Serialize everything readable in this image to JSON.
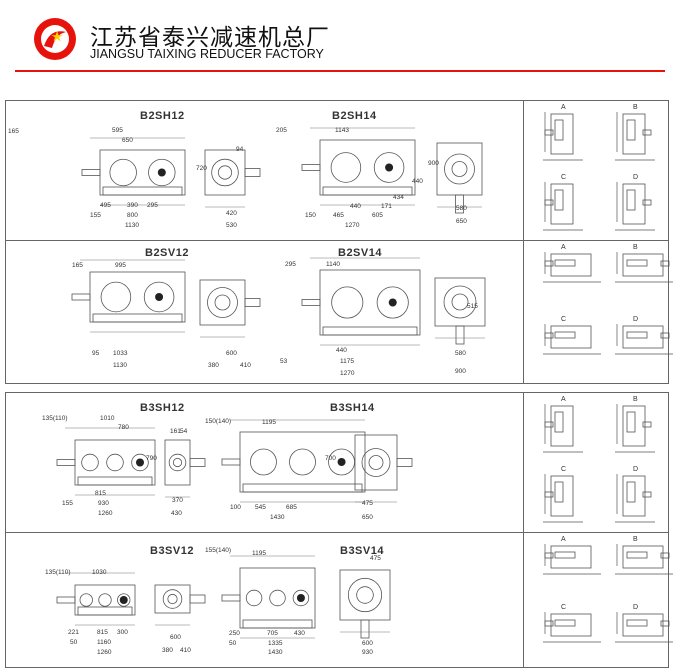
{
  "header": {
    "title_cn": "江苏省泰兴减速机总厂",
    "title_en": "JIANGSU TAIXING REDUCER FACTORY",
    "logo_colors": {
      "red": "#e8120c",
      "star": "#ffd200"
    }
  },
  "panels": [
    {
      "title": "B2SH12",
      "dims": [
        "165",
        "595",
        "650",
        "495",
        "390",
        "295",
        "155",
        "800",
        "1130",
        "94",
        "420",
        "530",
        "720"
      ]
    },
    {
      "title": "B2SH14",
      "dims": [
        "205",
        "1143",
        "900",
        "440",
        "434",
        "171",
        "440",
        "150",
        "465",
        "605",
        "1270",
        "580",
        "650"
      ]
    },
    {
      "title": "B2SV12",
      "dims": [
        "165",
        "995",
        "95",
        "1033",
        "1130",
        "600",
        "380",
        "410"
      ]
    },
    {
      "title": "B2SV14",
      "dims": [
        "295",
        "1140",
        "53",
        "440",
        "1175",
        "1270",
        "515",
        "580",
        "900"
      ]
    },
    {
      "title": "B3SH12",
      "dims": [
        "135(110)",
        "1010",
        "780",
        "815",
        "155",
        "930",
        "1260",
        "161",
        "54",
        "370",
        "430",
        "790"
      ]
    },
    {
      "title": "B3SH14",
      "dims": [
        "150(140)",
        "1195",
        "100",
        "545",
        "685",
        "1430",
        "700",
        "475",
        "650"
      ]
    },
    {
      "title": "B3SV12",
      "dims": [
        "135(110)",
        "1030",
        "221",
        "815",
        "300",
        "50",
        "1160",
        "1260",
        "600",
        "380",
        "410"
      ]
    },
    {
      "title": "B3SV14",
      "dims": [
        "155(140)",
        "1195",
        "475",
        "250",
        "705",
        "430",
        "50",
        "1335",
        "1430",
        "600",
        "930"
      ]
    }
  ],
  "mounting": {
    "labels": [
      "A",
      "B",
      "C",
      "D"
    ]
  }
}
